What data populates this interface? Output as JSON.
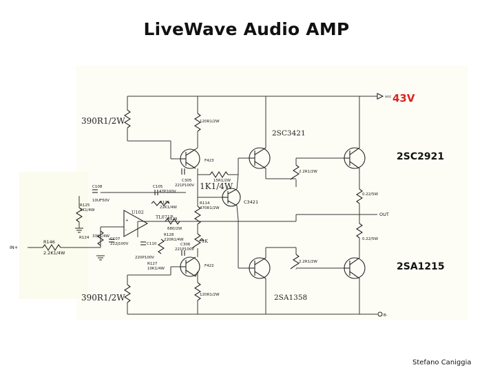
{
  "title": "LiveWave Audio AMP",
  "author": "Stefano Caniggia",
  "colors": {
    "supply_label": "#dd2222",
    "wire": "#333333",
    "paper_tint": "#fbfbee"
  },
  "supply": {
    "voltage": "43V",
    "vcc_tag": "vcc",
    "neg_tag": "B-"
  },
  "io": {
    "input": "IN+",
    "output": "OUT"
  },
  "output_transistors": {
    "npn": "2SC2921",
    "pnp": "2SA1215"
  },
  "drivers": {
    "npn": "2SC3421",
    "pnp": "2SA1358"
  },
  "bias": {
    "transistor": "C3421",
    "pot": "1K",
    "resistor": "1K1/4W"
  },
  "opamp": {
    "ref": "U102",
    "part": "TL071P"
  },
  "resistors": {
    "top_left": "390R1/2W",
    "bottom_left": "390R1/2W",
    "top_mid": "120R1/2W",
    "bottom_mid": "120R1/2W",
    "r_15r": "15R1/2W",
    "r_upper_emit": "2.2R1/2W",
    "r_lower_emit": "2.2R1/2W",
    "r_out_top": "0.22/5W",
    "r_out_bot": "0.22/5W",
    "r146": "R146",
    "r146_val": "2.2K1/4W",
    "r125": "R125",
    "r125_val": "2K1/4W",
    "r124": "R124",
    "r124_val": "33K1/4W",
    "r126": "R126",
    "r126_val": "22K1/4W",
    "r129": "R129",
    "r129_val": "680/2W",
    "r128": "R128",
    "r128_val": "220R1/4W",
    "r127": "R127",
    "r127_val": "10K1/4W",
    "r114": "R114",
    "r114_val": "470R1/2W"
  },
  "capacitors": {
    "c108": "C108",
    "c108_val": "10UF50V",
    "c105": "C105",
    "c105_val": "47P100V",
    "c107": "C107",
    "c107_val": "222J100V",
    "c110": "C110",
    "c110_val": "220P100V",
    "c305": "C305",
    "c305_val": "221P100V",
    "c306": "C306",
    "c306_val": "221P100V"
  },
  "small_transistors": {
    "upper": "F423",
    "lower": "F422"
  }
}
